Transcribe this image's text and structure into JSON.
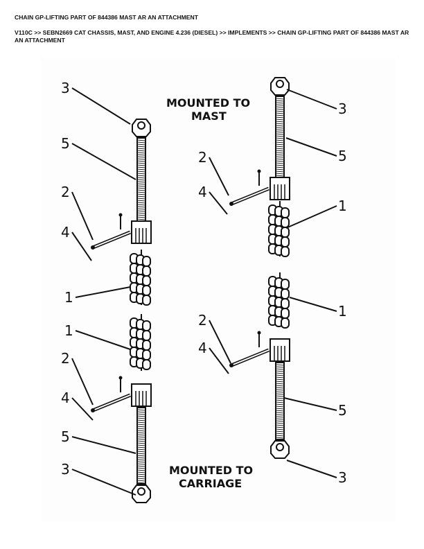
{
  "header": {
    "title": "CHAIN GP-LIFTING PART OF 844386 MAST AR AN ATTACHMENT",
    "breadcrumb": "V110C >> SEBN2669 CAT CHASSIS, MAST, AND ENGINE 4.236 (DIESEL) >> IMPLEMENTS >> CHAIN GP-LIFTING PART OF 844386 MAST AR AN ATTACHMENT"
  },
  "diagram": {
    "caption_mast": [
      "MOUNTED TO",
      "MAST"
    ],
    "caption_carriage": [
      "MOUNTED TO",
      "CARRIAGE"
    ],
    "left_callouts": [
      "3",
      "5",
      "2",
      "4",
      "1",
      "1",
      "2",
      "4",
      "5",
      "3"
    ],
    "right_callouts": [
      "3",
      "5",
      "2",
      "4",
      "1",
      "1",
      "2",
      "4",
      "5",
      "3"
    ]
  }
}
